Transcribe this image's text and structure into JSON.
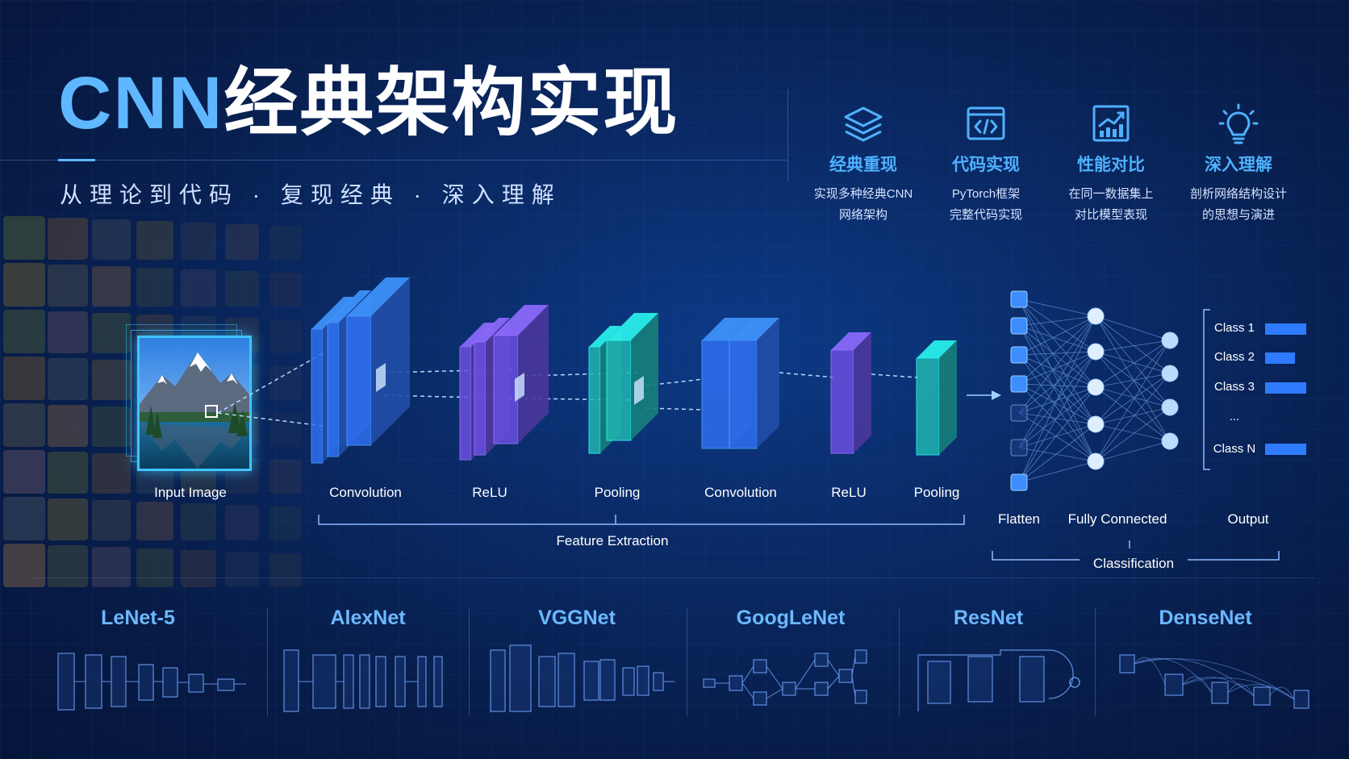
{
  "title": {
    "en": "CNN",
    "cn": "经典架构实现"
  },
  "subtitle": "从理论到代码 · 复现经典 · 深入理解",
  "features": [
    {
      "icon": "layers-icon",
      "title": "经典重现",
      "line1": "实现多种经典CNN",
      "line2": "网络架构"
    },
    {
      "icon": "code-icon",
      "title": "代码实现",
      "line1": "PyTorch框架",
      "line2": "完整代码实现"
    },
    {
      "icon": "bar-chart-icon",
      "title": "性能对比",
      "line1": "在同一数据集上",
      "line2": "对比模型表现"
    },
    {
      "icon": "lightbulb-icon",
      "title": "深入理解",
      "line1": "剖析网络结构设计",
      "line2": "的思想与演进"
    }
  ],
  "pipeline": {
    "input_label": "Input Image",
    "stages": [
      "Convolution",
      "ReLU",
      "Pooling",
      "Convolution",
      "ReLU",
      "Pooling"
    ],
    "feature_extraction_label": "Feature Extraction",
    "flatten_label": "Flatten",
    "fc_label": "Fully Connected",
    "output_label": "Output",
    "classification_label": "Classification",
    "classes": [
      "Class 1",
      "Class 2",
      "Class 3",
      "...",
      "Class N"
    ],
    "class_scores": [
      0.85,
      0.62,
      0.85,
      null,
      0.85
    ]
  },
  "architectures": [
    "LeNet-5",
    "AlexNet",
    "VGGNet",
    "GoogLeNet",
    "ResNet",
    "DenseNet"
  ],
  "colors": {
    "accent": "#4fb1ff",
    "conv": "#2f6ff0",
    "relu": "#6a4fe0",
    "pool": "#1fb6b0",
    "bar": "#2f7bff"
  }
}
